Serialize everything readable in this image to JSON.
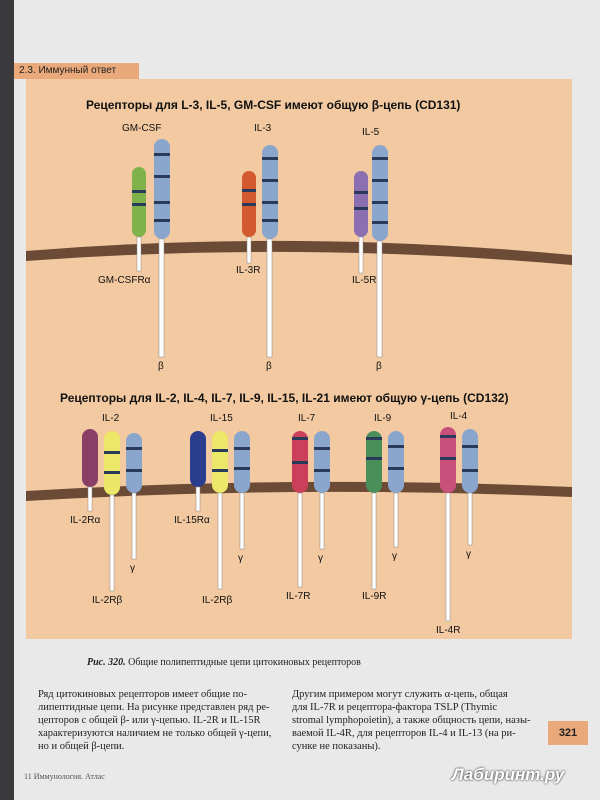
{
  "section": "2.3. Иммунный ответ",
  "figure": {
    "top_title": "Рецепторы для L-3, IL-5, GM-CSF имеют общую β-цепь (CD131)",
    "bottom_title": "Рецепторы для IL-2, IL-4, IL-7, IL-9, IL-15, IL-21 имеют общую γ-цепь (CD132)",
    "top_labels": {
      "gmcsf": "GM-CSF",
      "il3": "IL-3",
      "il5": "IL-5",
      "gmcsfra": "GM-CSFRα",
      "il3r": "IL-3R",
      "il5r": "IL-5R",
      "beta1": "β",
      "beta2": "β",
      "beta3": "β"
    },
    "bottom_labels": {
      "il2": "IL-2",
      "il15": "IL-15",
      "il7": "IL-7",
      "il9": "IL-9",
      "il4": "IL-4",
      "il2ra": "IL-2Rα",
      "il15ra": "IL-15Rα",
      "il2rb1": "IL-2Rβ",
      "il2rb2": "IL-2Rβ",
      "il7r": "IL-7R",
      "il9r": "IL-9R",
      "il4r": "IL-4R",
      "g1": "γ",
      "g2": "γ",
      "g3": "γ",
      "g4": "γ",
      "g5": "γ"
    },
    "colors": {
      "background": "#f2c9a0",
      "membrane": "#6b4a36",
      "beta": "#8aa6cc",
      "gamma": "#8aa6cc",
      "gmcsf_alpha": "#7fb24a",
      "il3_alpha": "#d25a2e",
      "il5_alpha": "#8b6fb0",
      "il2_alpha": "#8a3f66",
      "il15_alpha": "#2a3d8f",
      "il2_beta": "#ece768",
      "il7_alpha": "#cc3f5a",
      "il9_alpha": "#4a8f5a",
      "il4_alpha": "#c9507a",
      "stripe": "#2a3a5a"
    }
  },
  "caption": {
    "prefix": "Рис. 320.",
    "text": "Общие полипептидные цепи цитокиновых рецепторов"
  },
  "text_left": [
    "Ряд цитокиновых рецепторов имеет общие по-",
    "липептидные цепи. На рисунке представлен ряд ре-",
    "цепторов с общей β- или γ-цепью. IL-2R и IL-15R",
    "характеризуются наличием не только общей γ-цепи,",
    "но и общей β-цепи."
  ],
  "text_right": [
    "Другим примером могут служить α-цепь, общая",
    "для IL-7R и рецептора-фактора TSLP (Thymic",
    "stromal lymphopoietin), а также общность цепи, назы-",
    "ваемой IL-4R, для рецепторов IL-4 и IL-13 (на ри-",
    "сунке не показаны)."
  ],
  "page_number": "321",
  "footer": "11 Иммунология. Атлас",
  "brand": "Лабиринт.ру"
}
